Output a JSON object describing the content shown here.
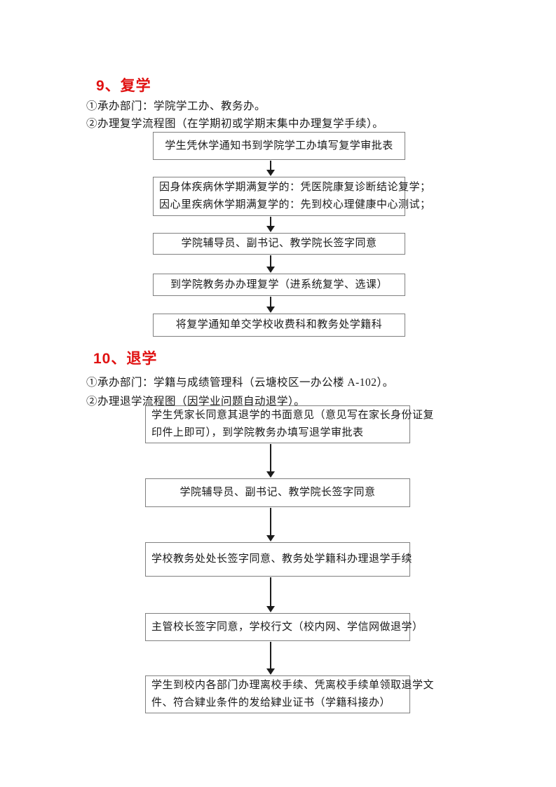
{
  "colors": {
    "heading_red": "#e01111",
    "box_border": "#808080",
    "text": "#1a1a1a"
  },
  "sections": [
    {
      "heading": "9、复学",
      "dept_line": "①承办部门：学院学工办、教务办。",
      "flow_line": "②办理复学流程图（在学期初或学期末集中办理复学手续）。",
      "boxes": [
        {
          "lines": [
            "学生凭休学通知书到学院学工办填写复学审批表"
          ]
        },
        {
          "lines": [
            "因身体疾病休学期满复学的：凭医院康复诊断结论复学；",
            "因心里疾病休学期满复学的：先到校心理健康中心测试；"
          ]
        },
        {
          "lines": [
            "学院辅导员、副书记、教学院长签字同意"
          ]
        },
        {
          "lines": [
            "到学院教务办办理复学（进系统复学、选课）"
          ]
        },
        {
          "lines": [
            "将复学通知单交学校收费科和教务处学籍科"
          ]
        }
      ]
    },
    {
      "heading": "10、退学",
      "dept_line": "①承办部门：学籍与成绩管理科（云塘校区一办公楼 A-102）。",
      "flow_line": "②办理退学流程图（因学业问题自动退学）。",
      "boxes": [
        {
          "lines": [
            "学生凭家长同意其退学的书面意见（意见写在家长身份证复",
            "印件上即可），到学院教务办填写退学审批表"
          ]
        },
        {
          "lines": [
            "学院辅导员、副书记、教学院长签字同意"
          ]
        },
        {
          "lines": [
            "学校教务处处长签字同意、教务处学籍科办理退学手续"
          ]
        },
        {
          "lines": [
            "主管校长签字同意，学校行文（校内网、学信网做退学）"
          ]
        },
        {
          "lines": [
            "学生到校内各部门办理离校手续、凭离校手续单领取退学文",
            "件、符合肄业条件的发给肄业证书（学籍科接办）"
          ]
        }
      ]
    }
  ]
}
